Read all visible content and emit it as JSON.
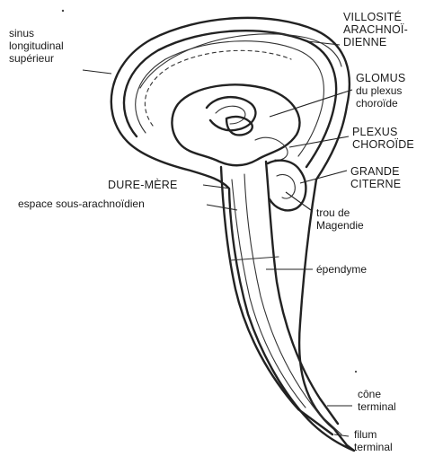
{
  "labels": {
    "sinus": [
      "sinus",
      "longitudinal",
      "supérieur"
    ],
    "villosite": [
      "VILLOSITÉ",
      "ARACHNOÏ-",
      "DIENNE"
    ],
    "glomus": [
      "GLOMUS",
      "du plexus",
      "choroïde"
    ],
    "plexus": [
      "PLEXUS",
      "CHOROÏDE"
    ],
    "grande_citerne": [
      "GRANDE",
      "CITERNE"
    ],
    "dure_mere": "DURE-MÈRE",
    "espace": "espace sous-arachnoïdien",
    "trou_magendie": [
      "trou de",
      "Magendie"
    ],
    "ependyme": "épendyme",
    "cone_terminal": [
      "cône",
      "terminal"
    ],
    "filum_terminal": [
      "filum",
      "terminal"
    ]
  }
}
